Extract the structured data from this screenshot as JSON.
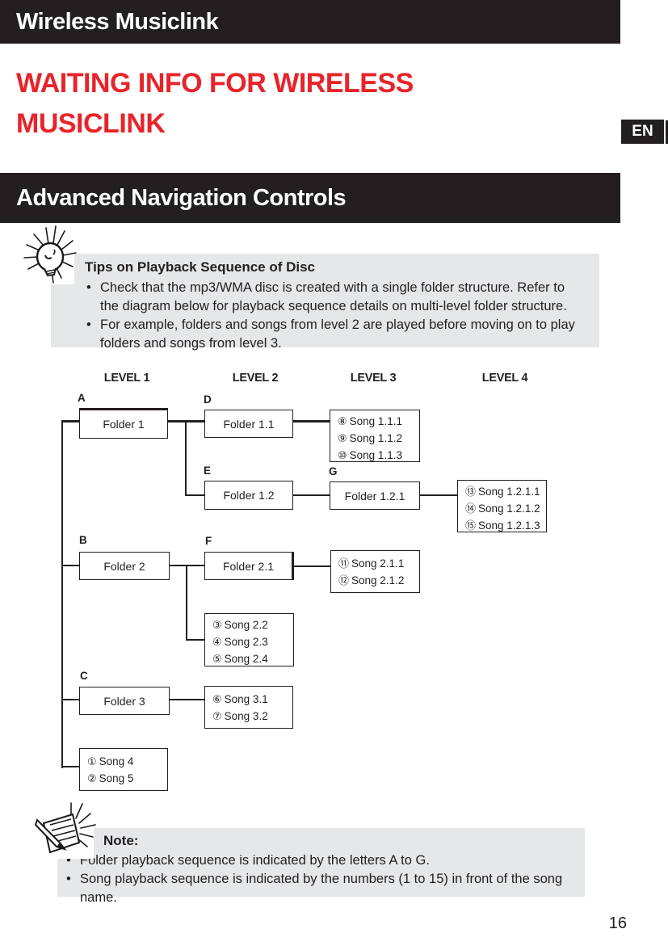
{
  "page": {
    "header_title": "Wireless Musiclink",
    "title_line1": "WAITING INFO FOR WIRELESS",
    "title_line2": "MUSICLINK",
    "language_badge": "EN",
    "section_title": "Advanced Navigation Controls",
    "page_number": "16",
    "colors": {
      "bar_black": "#231f20",
      "title_red": "#e8232a",
      "panel_gray": "#e6e7e8"
    },
    "icons": {
      "tip": "light-bulb-icon",
      "note": "note-pencil-icon"
    }
  },
  "tips": {
    "title": "Tips on Playback Sequence of Disc",
    "bullets": [
      "Check that the mp3/WMA disc is created with a single folder structure. Refer to the diagram below for playback sequence details on multi-level folder structure.",
      "For example, folders and songs from level 2 are played before moving on to play folders and songs from level 3."
    ]
  },
  "note": {
    "title": "Note:",
    "bullets": [
      "Folder playback sequence is indicated by the letters A to G.",
      "Song playback sequence is indicated by the numbers (1 to 15) in front of the song name."
    ]
  },
  "diagram": {
    "levels": [
      "LEVEL 1",
      "LEVEL 2",
      "LEVEL 3",
      "LEVEL 4"
    ],
    "folders": [
      {
        "letter": "A",
        "label": "Folder 1"
      },
      {
        "letter": "D",
        "label": "Folder 1.1"
      },
      {
        "letter": "E",
        "label": "Folder 1.2"
      },
      {
        "letter": "G",
        "label": "Folder 1.2.1"
      },
      {
        "letter": "B",
        "label": "Folder 2"
      },
      {
        "letter": "F",
        "label": "Folder 2.1"
      },
      {
        "letter": "C",
        "label": "Folder 3"
      }
    ],
    "song_groups": [
      {
        "songs": [
          {
            "num": "⑧",
            "name": "Song 1.1.1"
          },
          {
            "num": "⑨",
            "name": "Song 1.1.2"
          },
          {
            "num": "⑩",
            "name": "Song 1.1.3"
          }
        ]
      },
      {
        "songs": [
          {
            "num": "⑬",
            "name": "Song 1.2.1.1"
          },
          {
            "num": "⑭",
            "name": "Song 1.2.1.2"
          },
          {
            "num": "⑮",
            "name": "Song 1.2.1.3"
          }
        ]
      },
      {
        "songs": [
          {
            "num": "⑪",
            "name": "Song 2.1.1"
          },
          {
            "num": "⑫",
            "name": "Song 2.1.2"
          }
        ]
      },
      {
        "songs": [
          {
            "num": "③",
            "name": "Song 2.2"
          },
          {
            "num": "④",
            "name": "Song 2.3"
          },
          {
            "num": "⑤",
            "name": "Song 2.4"
          }
        ]
      },
      {
        "songs": [
          {
            "num": "⑥",
            "name": "Song 3.1"
          },
          {
            "num": "⑦",
            "name": "Song 3.2"
          }
        ]
      },
      {
        "songs": [
          {
            "num": "①",
            "name": "Song 4"
          },
          {
            "num": "②",
            "name": "Song 5"
          }
        ]
      }
    ]
  }
}
